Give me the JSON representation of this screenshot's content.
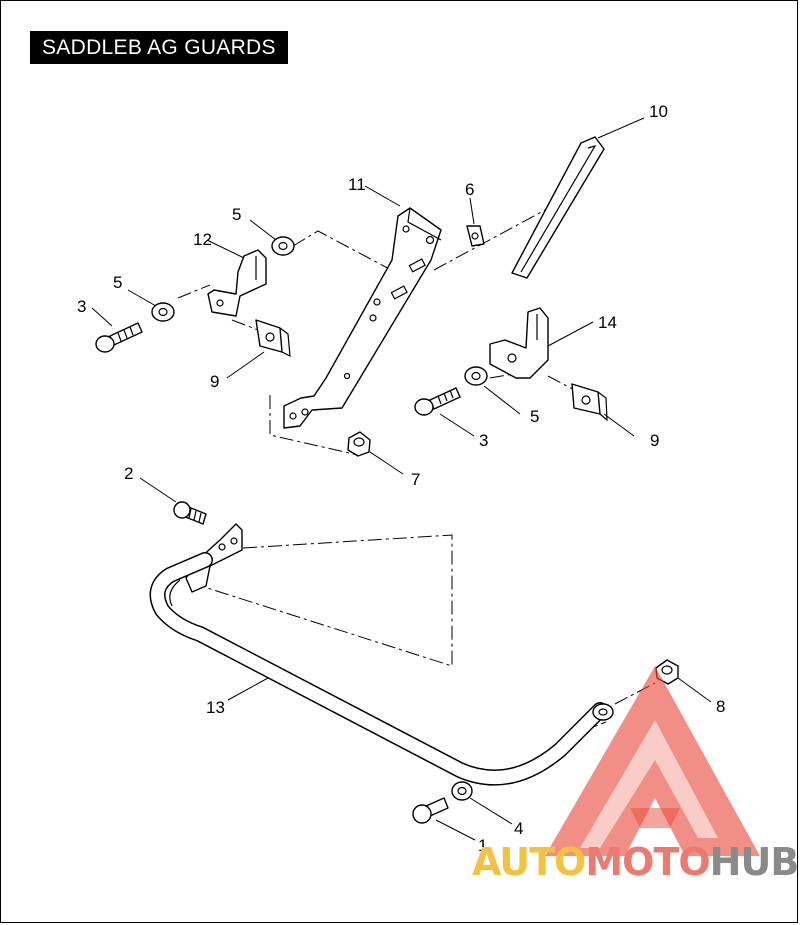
{
  "title": "SADDLEB AG GUARDS",
  "labels": {
    "l1": "1",
    "l2": "2",
    "l3a": "3",
    "l3b": "3",
    "l4": "4",
    "l5a": "5",
    "l5b": "5",
    "l5c": "5",
    "l6": "6",
    "l7": "7",
    "l8": "8",
    "l9a": "9",
    "l9b": "9",
    "l10": "10",
    "l11": "11",
    "l12": "12",
    "l13": "13",
    "l14": "14"
  },
  "watermark": {
    "auto": "AUTO",
    "moto": "MOTO",
    "hub": "HUB"
  },
  "colors": {
    "watermark_red": "#e84a3c",
    "watermark_yellow": "#f2c240",
    "watermark_gray": "#8a8a8a"
  }
}
